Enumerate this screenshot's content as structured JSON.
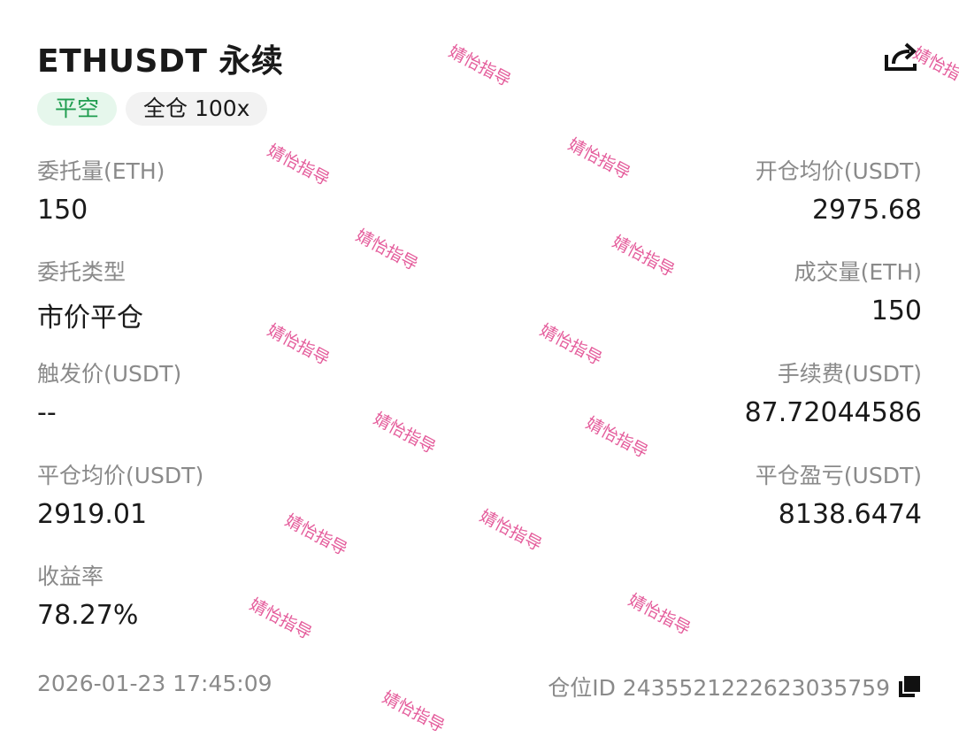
{
  "header": {
    "title": "ETHUSDT 永续",
    "tags": [
      "平空",
      "全仓 100x"
    ],
    "share_icon": "share-icon"
  },
  "fields_left": [
    {
      "label": "委托量(ETH)",
      "value": "150"
    },
    {
      "label": "委托类型",
      "value": "市价平仓"
    },
    {
      "label": "触发价(USDT)",
      "value": "--"
    },
    {
      "label": "平仓均价(USDT)",
      "value": "2919.01"
    },
    {
      "label": "收益率",
      "value": "78.27%"
    }
  ],
  "fields_right": [
    {
      "label": "开仓均价(USDT)",
      "value": "2975.68"
    },
    {
      "label": "成交量(ETH)",
      "value": "150"
    },
    {
      "label": "手续费(USDT)",
      "value": "87.72044586"
    },
    {
      "label": "平仓盈亏(USDT)",
      "value": "8138.6474"
    }
  ],
  "footer": {
    "timestamp": "2026-01-23 17:45:09",
    "position_id": "仓位ID 2435521222623035759"
  },
  "watermark": "婧怡指导",
  "colors": {
    "accent_green": "#1f9d4f",
    "tag_green_bg": "#e6f7ec",
    "watermark": "#e0408a"
  }
}
